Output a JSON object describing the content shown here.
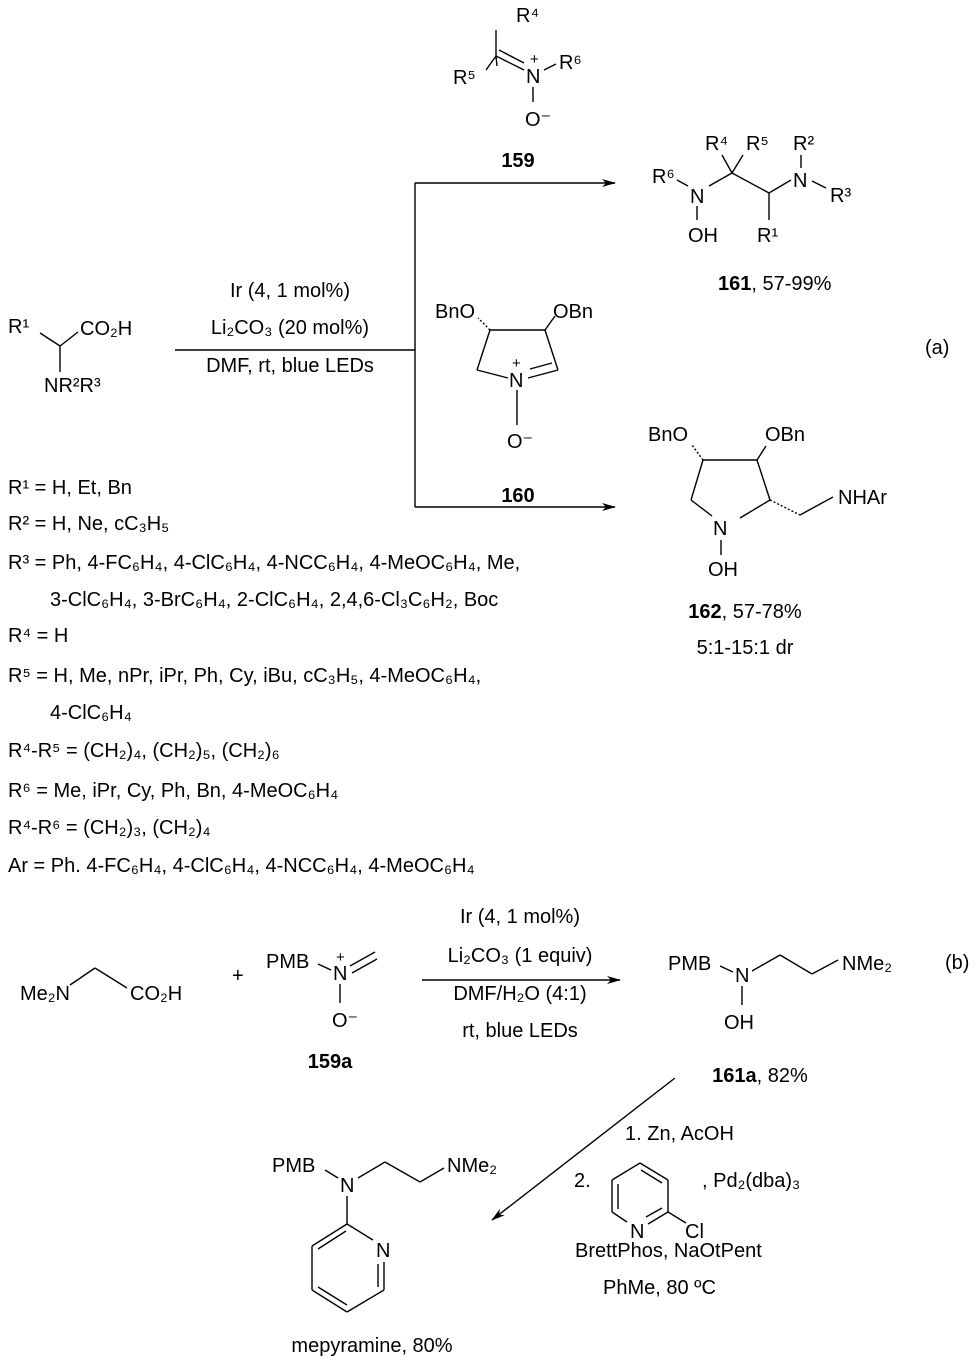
{
  "scheme_a": {
    "start": {
      "r1": "R¹",
      "co2h": "CO₂H",
      "nr2r3": "NR²R³"
    },
    "conditions": [
      "Ir (4, 1 mol%)",
      "Li₂CO₃ (20 mol%)",
      "DMF, rt, blue LEDs"
    ],
    "reagent_159": {
      "r4": "R⁴",
      "r5": "R⁵",
      "r6": "R⁶",
      "n": "N",
      "plus": "+",
      "o": "O⁻",
      "label": "159"
    },
    "product_161": {
      "r6": "R⁶",
      "n1": "N",
      "oh": "OH",
      "r4": "R⁴",
      "r5": "R⁵",
      "r2": "R²",
      "n2": "N",
      "r3": "R³",
      "r1": "R¹",
      "label_bold": "161",
      "label_rest": ", 57-99%"
    },
    "reagent_160": {
      "bno": "BnO",
      "obn": "OBn",
      "n": "N",
      "plus": "+",
      "o": "O⁻",
      "label": "160"
    },
    "product_162": {
      "bno": "BnO",
      "obn": "OBn",
      "n": "N",
      "oh": "OH",
      "nhar": "NHAr",
      "label_bold": "162",
      "label_rest": ", 57-78%",
      "dr": "5:1-15:1 dr"
    },
    "tag": "(a)",
    "definitions": [
      "R¹ = H, Et, Bn",
      "R² = H, Ne, cC₃H₅",
      "R³ = Ph, 4-FC₆H₄, 4-ClC₆H₄, 4-NCC₆H₄, 4-MeOC₆H₄, Me,",
      "3-ClC₆H₄, 3-BrC₆H₄, 2-ClC₆H₄, 2,4,6-Cl₃C₆H₂, Boc",
      "R⁴ = H",
      "R⁵ = H, Me, nPr, iPr, Ph, Cy, iBu, cC₃H₅, 4-MeOC₆H₄,",
      "4-ClC₆H₄",
      "R⁴-R⁵ = (CH₂)₄, (CH₂)₅, (CH₂)₆",
      "R⁶ = Me, iPr, Cy, Ph, Bn, 4-MeOC₆H₄",
      "R⁴-R⁶ = (CH₂)₃, (CH₂)₄",
      "Ar = Ph. 4-FC₆H₄, 4-ClC₆H₄, 4-NCC₆H₄, 4-MeOC₆H₄"
    ]
  },
  "scheme_b": {
    "start": {
      "me2n": "Me₂N",
      "co2h": "CO₂H"
    },
    "plus": "+",
    "reagent_159a": {
      "pmb": "PMB",
      "n": "N",
      "plus": "+",
      "o": "O⁻",
      "label": "159a"
    },
    "conditions": [
      "Ir (4, 1 mol%)",
      "Li₂CO₃ (1 equiv)",
      "DMF/H₂O (4:1)",
      "rt, blue LEDs"
    ],
    "product_161a": {
      "pmb": "PMB",
      "n": "N",
      "oh": "OH",
      "nme2": "NMe₂",
      "label_bold": "161a",
      "label_rest": ", 82%"
    },
    "tag": "(b)",
    "step_conditions": {
      "step1": "1. Zn, AcOH",
      "step2": "2.",
      "pd": ", Pd₂(dba)₃",
      "py_n": "N",
      "py_cl": "Cl",
      "line3": "BrettPhos, NaOtPent",
      "line4": "PhMe, 80 ºC"
    },
    "mepyramine": {
      "pmb": "PMB",
      "n": "N",
      "nme2": "NMe₂",
      "py_n": "N",
      "label": "mepyramine, 80%"
    }
  }
}
